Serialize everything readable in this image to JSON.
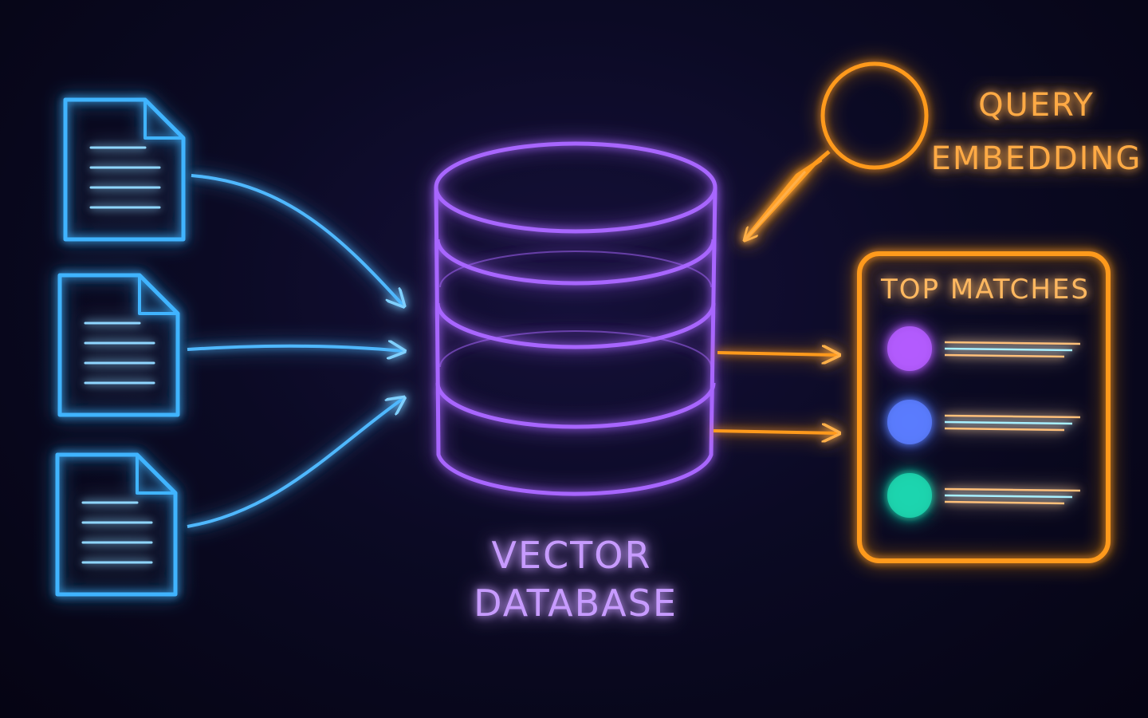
{
  "colors": {
    "documents": "#3fb4ff",
    "database": "#a259ff",
    "query": "#ff9a1f",
    "results": "#ff9a1f",
    "match_1": "#b45cff",
    "match_2": "#5b7dff",
    "match_3": "#1fd6b0",
    "background": "#0b0a24"
  },
  "documents": {
    "count": 3,
    "icon": "document-icon"
  },
  "database": {
    "label_line1": "VECTOR",
    "label_line2": "DATABASE",
    "icon": "cylinder-database-icon"
  },
  "query": {
    "label_line1": "QUERY",
    "label_line2": "EMBEDDING",
    "icon": "magnifier-icon"
  },
  "results": {
    "title": "TOP MATCHES",
    "items": 3
  }
}
